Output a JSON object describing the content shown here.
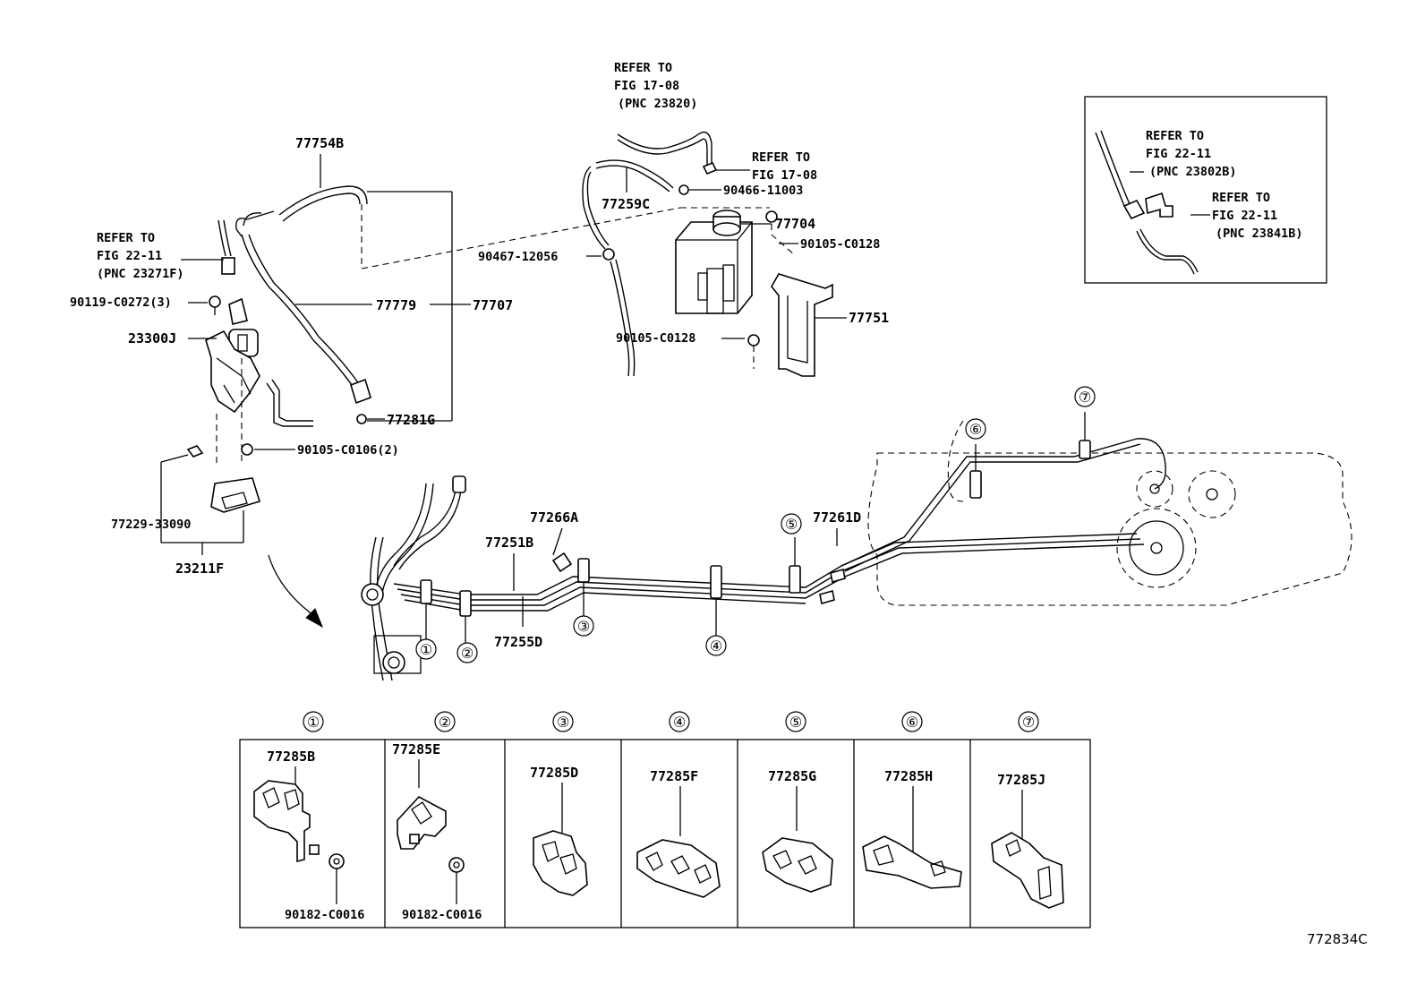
{
  "labels": {
    "p77754B": "77754B",
    "p77259C": "77259C",
    "p90466": "90466-11003",
    "p77704": "77704",
    "p90105a": "90105-C0128",
    "p90467": "90467-12056",
    "p77779": "77779",
    "p77707": "77707",
    "p77751": "77751",
    "p90105b": "90105-C0128",
    "p90119": "90119-C0272(3)",
    "p23300J": "23300J",
    "p77281G": "77281G",
    "p90105c": "90105-C0106(2)",
    "p77229": "77229-33090",
    "p23211F": "23211F",
    "p77266A": "77266A",
    "p77251B": "77251B",
    "p77255D": "77255D",
    "p77261D": "77261D",
    "diagram_id": "772834C"
  },
  "refers": {
    "r1": [
      "REFER TO",
      "FIG 17-08",
      "(PNC 23820)"
    ],
    "r2": [
      "REFER TO",
      "FIG 17-08"
    ],
    "r3": [
      "REFER TO",
      "FIG 22-11",
      "(PNC 23271F)"
    ],
    "r4": [
      "REFER TO",
      "FIG 22-11",
      "(PNC 23802B)"
    ],
    "r5": [
      "REFER TO",
      "FIG 22-11",
      "(PNC 23841B)"
    ]
  },
  "callouts": [
    "①",
    "②",
    "③",
    "④",
    "⑤",
    "⑥",
    "⑦"
  ],
  "clamps": [
    {
      "num": "①",
      "part": "77285B",
      "nut": "90182-C0016"
    },
    {
      "num": "②",
      "part": "77285E",
      "nut": "90182-C0016"
    },
    {
      "num": "③",
      "part": "77285D",
      "nut": ""
    },
    {
      "num": "④",
      "part": "77285F",
      "nut": ""
    },
    {
      "num": "⑤",
      "part": "77285G",
      "nut": ""
    },
    {
      "num": "⑥",
      "part": "77285H",
      "nut": ""
    },
    {
      "num": "⑦",
      "part": "77285J",
      "nut": ""
    }
  ]
}
